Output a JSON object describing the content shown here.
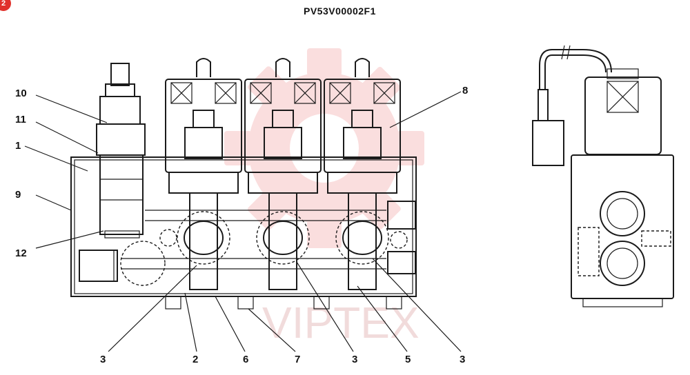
{
  "header": {
    "part_code": "PV53V00002F1",
    "badge": "2"
  },
  "callouts": [
    {
      "id": "c10",
      "text": "10"
    },
    {
      "id": "c11",
      "text": "11"
    },
    {
      "id": "c1",
      "text": "1"
    },
    {
      "id": "c9",
      "text": "9"
    },
    {
      "id": "c12",
      "text": "12"
    },
    {
      "id": "c8",
      "text": "8"
    },
    {
      "id": "c3a",
      "text": "3"
    },
    {
      "id": "c2",
      "text": "2"
    },
    {
      "id": "c6",
      "text": "6"
    },
    {
      "id": "c7",
      "text": "7"
    },
    {
      "id": "c3b",
      "text": "3"
    },
    {
      "id": "c5",
      "text": "5"
    },
    {
      "id": "c3c",
      "text": "3"
    }
  ],
  "watermark": {
    "text": "VIPTEX",
    "color": "#f4b9b9"
  }
}
